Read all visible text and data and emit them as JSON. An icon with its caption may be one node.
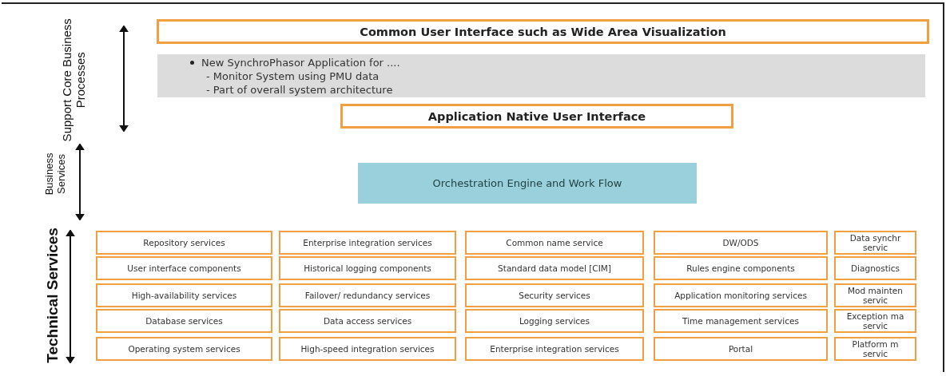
{
  "diagram": {
    "nodes": [
      {
        "text": [
          "Common User Interface such as Wide Area Visualization"
        ]
      },
      {
        "text": [
          "New SynchroPhasor Application for ....",
          "- Monitor System using PMU data",
          "- Part of overall system architecture"
        ]
      },
      {
        "text": [
          "Application Native User Interface"
        ]
      },
      {
        "text": [
          "Orchestration Engine and Work Flow"
        ]
      },
      {
        "text": [
          "Repository services"
        ]
      },
      {
        "text": [
          "Enterprise integration services"
        ]
      },
      {
        "text": [
          "Common name service"
        ]
      },
      {
        "text": [
          "DW/ODS"
        ]
      },
      {
        "text": [
          "Data synchr servic"
        ]
      },
      {
        "text": [
          "User interface components"
        ]
      },
      {
        "text": [
          "Historical logging components"
        ]
      },
      {
        "text": [
          "Standard data model [CIM]"
        ]
      },
      {
        "text": [
          "Rules engine components"
        ]
      },
      {
        "text": [
          "Diagnostics"
        ]
      },
      {
        "text": [
          "High-availability services"
        ]
      },
      {
        "text": [
          "Failover/ redundancy services"
        ]
      },
      {
        "text": [
          "Security services"
        ]
      },
      {
        "text": [
          "Application monitoring services"
        ]
      },
      {
        "text": [
          "Mod mainten servic"
        ]
      },
      {
        "text": [
          "Database services"
        ]
      },
      {
        "text": [
          "Data access services"
        ]
      },
      {
        "text": [
          "Logging services"
        ]
      },
      {
        "text": [
          "Time management services"
        ]
      },
      {
        "text": [
          "Exception ma servic"
        ]
      },
      {
        "text": [
          "Operating system services"
        ]
      },
      {
        "text": [
          "High-speed integration services"
        ]
      },
      {
        "text": [
          "Enterprise integration services"
        ]
      },
      {
        "text": [
          "Portal"
        ]
      },
      {
        "text": [
          "Platform m servic"
        ]
      }
    ],
    "edges": [],
    "labels": [
      "Support Core Business Processes",
      "Business Services",
      "Technical Services"
    ]
  }
}
